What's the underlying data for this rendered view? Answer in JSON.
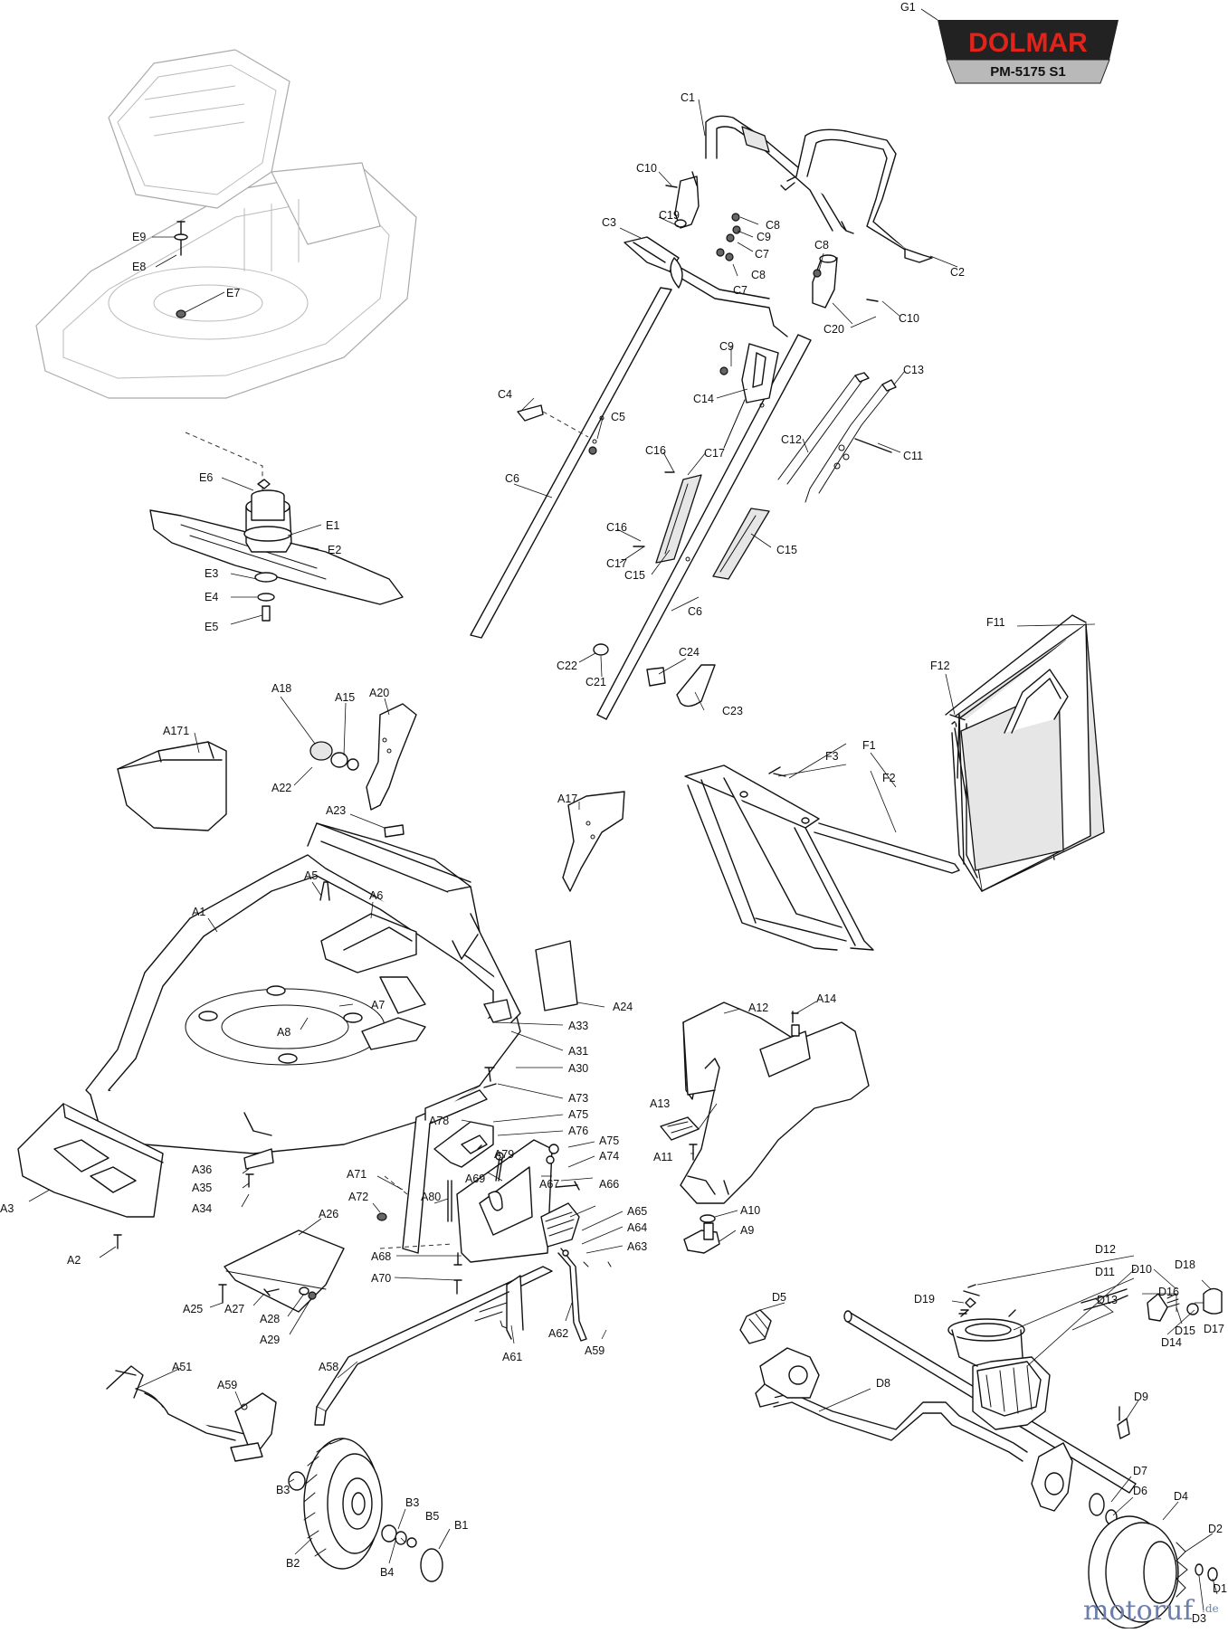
{
  "brand": {
    "logo_text": "DOLMAR",
    "model": "PM-5175 S1",
    "logo_color": "#e2231a",
    "logo_bg": "#222222",
    "model_bg": "#b9b9b9"
  },
  "watermark": {
    "main": "motoruf",
    "suffix": ".de",
    "color": "#6a7fb0"
  },
  "labels": [
    {
      "id": "G1",
      "text": "G1"
    },
    {
      "id": "C1",
      "text": "C1"
    },
    {
      "id": "C2",
      "text": "C2"
    },
    {
      "id": "C3",
      "text": "C3"
    },
    {
      "id": "C4",
      "text": "C4"
    },
    {
      "id": "C5",
      "text": "C5"
    },
    {
      "id": "C6a",
      "text": "C6"
    },
    {
      "id": "C6b",
      "text": "C6"
    },
    {
      "id": "C7a",
      "text": "C7"
    },
    {
      "id": "C7b",
      "text": "C7"
    },
    {
      "id": "C8a",
      "text": "C8"
    },
    {
      "id": "C8b",
      "text": "C8"
    },
    {
      "id": "C8c",
      "text": "C8"
    },
    {
      "id": "C9a",
      "text": "C9"
    },
    {
      "id": "C9b",
      "text": "C9"
    },
    {
      "id": "C10a",
      "text": "C10"
    },
    {
      "id": "C10b",
      "text": "C10"
    },
    {
      "id": "C11",
      "text": "C11"
    },
    {
      "id": "C12",
      "text": "C12"
    },
    {
      "id": "C13",
      "text": "C13"
    },
    {
      "id": "C14",
      "text": "C14"
    },
    {
      "id": "C15a",
      "text": "C15"
    },
    {
      "id": "C15b",
      "text": "C15"
    },
    {
      "id": "C16a",
      "text": "C16"
    },
    {
      "id": "C16b",
      "text": "C16"
    },
    {
      "id": "C17a",
      "text": "C17"
    },
    {
      "id": "C17b",
      "text": "C17"
    },
    {
      "id": "C19",
      "text": "C19"
    },
    {
      "id": "C20",
      "text": "C20"
    },
    {
      "id": "C21",
      "text": "C21"
    },
    {
      "id": "C22",
      "text": "C22"
    },
    {
      "id": "C23",
      "text": "C23"
    },
    {
      "id": "C24",
      "text": "C24"
    },
    {
      "id": "E1",
      "text": "E1"
    },
    {
      "id": "E2",
      "text": "E2"
    },
    {
      "id": "E3",
      "text": "E3"
    },
    {
      "id": "E4",
      "text": "E4"
    },
    {
      "id": "E5",
      "text": "E5"
    },
    {
      "id": "E6",
      "text": "E6"
    },
    {
      "id": "E7",
      "text": "E7"
    },
    {
      "id": "E8",
      "text": "E8"
    },
    {
      "id": "E9",
      "text": "E9"
    },
    {
      "id": "F1",
      "text": "F1"
    },
    {
      "id": "F2",
      "text": "F2"
    },
    {
      "id": "F3",
      "text": "F3"
    },
    {
      "id": "F11",
      "text": "F11"
    },
    {
      "id": "F12",
      "text": "F12"
    },
    {
      "id": "A1",
      "text": "A1"
    },
    {
      "id": "A2",
      "text": "A2"
    },
    {
      "id": "A3",
      "text": "A3"
    },
    {
      "id": "A5",
      "text": "A5"
    },
    {
      "id": "A6",
      "text": "A6"
    },
    {
      "id": "A7",
      "text": "A7"
    },
    {
      "id": "A8",
      "text": "A8"
    },
    {
      "id": "A9",
      "text": "A9"
    },
    {
      "id": "A10",
      "text": "A10"
    },
    {
      "id": "A11",
      "text": "A11"
    },
    {
      "id": "A12",
      "text": "A12"
    },
    {
      "id": "A13",
      "text": "A13"
    },
    {
      "id": "A14",
      "text": "A14"
    },
    {
      "id": "A15",
      "text": "A15"
    },
    {
      "id": "A17",
      "text": "A17"
    },
    {
      "id": "A18",
      "text": "A18"
    },
    {
      "id": "A20",
      "text": "A20"
    },
    {
      "id": "A22",
      "text": "A22"
    },
    {
      "id": "A23",
      "text": "A23"
    },
    {
      "id": "A24",
      "text": "A24"
    },
    {
      "id": "A25",
      "text": "A25"
    },
    {
      "id": "A26",
      "text": "A26"
    },
    {
      "id": "A27",
      "text": "A27"
    },
    {
      "id": "A28",
      "text": "A28"
    },
    {
      "id": "A29",
      "text": "A29"
    },
    {
      "id": "A30",
      "text": "A30"
    },
    {
      "id": "A31",
      "text": "A31"
    },
    {
      "id": "A33",
      "text": "A33"
    },
    {
      "id": "A34",
      "text": "A34"
    },
    {
      "id": "A35",
      "text": "A35"
    },
    {
      "id": "A36",
      "text": "A36"
    },
    {
      "id": "A51",
      "text": "A51"
    },
    {
      "id": "A58",
      "text": "A58"
    },
    {
      "id": "A59a",
      "text": "A59"
    },
    {
      "id": "A59b",
      "text": "A59"
    },
    {
      "id": "A61",
      "text": "A61"
    },
    {
      "id": "A62",
      "text": "A62"
    },
    {
      "id": "A63",
      "text": "A63"
    },
    {
      "id": "A64",
      "text": "A64"
    },
    {
      "id": "A65",
      "text": "A65"
    },
    {
      "id": "A66",
      "text": "A66"
    },
    {
      "id": "A67",
      "text": "A67"
    },
    {
      "id": "A68",
      "text": "A68"
    },
    {
      "id": "A69",
      "text": "A69"
    },
    {
      "id": "A70",
      "text": "A70"
    },
    {
      "id": "A71",
      "text": "A71"
    },
    {
      "id": "A72",
      "text": "A72"
    },
    {
      "id": "A73",
      "text": "A73"
    },
    {
      "id": "A74",
      "text": "A74"
    },
    {
      "id": "A75a",
      "text": "A75"
    },
    {
      "id": "A75b",
      "text": "A75"
    },
    {
      "id": "A76",
      "text": "A76"
    },
    {
      "id": "A78",
      "text": "A78"
    },
    {
      "id": "A79",
      "text": "A79"
    },
    {
      "id": "A80",
      "text": "A80"
    },
    {
      "id": "A171",
      "text": "A171"
    },
    {
      "id": "B1",
      "text": "B1"
    },
    {
      "id": "B2",
      "text": "B2"
    },
    {
      "id": "B3a",
      "text": "B3"
    },
    {
      "id": "B3b",
      "text": "B3"
    },
    {
      "id": "B4",
      "text": "B4"
    },
    {
      "id": "B5",
      "text": "B5"
    },
    {
      "id": "D1",
      "text": "D1"
    },
    {
      "id": "D2",
      "text": "D2"
    },
    {
      "id": "D3",
      "text": "D3"
    },
    {
      "id": "D4",
      "text": "D4"
    },
    {
      "id": "D5",
      "text": "D5"
    },
    {
      "id": "D6",
      "text": "D6"
    },
    {
      "id": "D7",
      "text": "D7"
    },
    {
      "id": "D8",
      "text": "D8"
    },
    {
      "id": "D9",
      "text": "D9"
    },
    {
      "id": "D10",
      "text": "D10"
    },
    {
      "id": "D11",
      "text": "D11"
    },
    {
      "id": "D12",
      "text": "D12"
    },
    {
      "id": "D13",
      "text": "D13"
    },
    {
      "id": "D14",
      "text": "D14"
    },
    {
      "id": "D15",
      "text": "D15"
    },
    {
      "id": "D16",
      "text": "D16"
    },
    {
      "id": "D17",
      "text": "D17"
    },
    {
      "id": "D18",
      "text": "D18"
    },
    {
      "id": "D19",
      "text": "D19"
    }
  ]
}
